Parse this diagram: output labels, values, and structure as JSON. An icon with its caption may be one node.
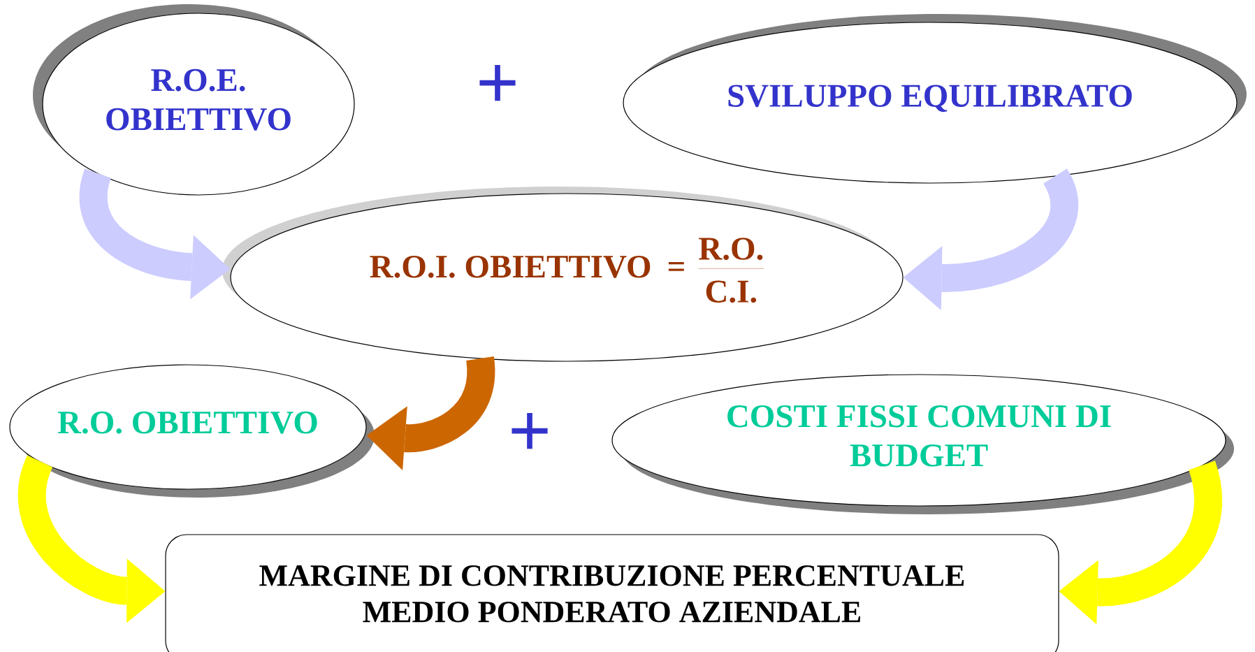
{
  "diagram": {
    "nodes": [
      {
        "text": [
          "R.O.E. OBIETTIVO"
        ]
      },
      {
        "text": [
          "SVILUPPO EQUILIBRATO"
        ]
      },
      {
        "text": [
          "R.O.I. OBIETTIVO",
          "=",
          "R.O.",
          "C.I."
        ]
      },
      {
        "text": [
          "R.O. OBIETTIVO"
        ]
      },
      {
        "text": [
          "COSTI FISSI COMUNI DI BUDGET"
        ]
      },
      {
        "text": [
          "MARGINE DI CONTRIBUZIONE PERCENTUALE MEDIO PONDERATO AZIENDALE"
        ]
      }
    ],
    "edges": [
      {
        "from": 0,
        "to": 2,
        "arrow": "to",
        "color": "#ccccff"
      },
      {
        "from": 1,
        "to": 2,
        "arrow": "to",
        "color": "#ccccff"
      },
      {
        "from": 2,
        "to": 3,
        "arrow": "to",
        "color": "#cc6600"
      },
      {
        "from": 3,
        "to": 5,
        "arrow": "to",
        "color": "#ffff00"
      },
      {
        "from": 4,
        "to": 5,
        "arrow": "to",
        "color": "#ffff00"
      }
    ],
    "labels": [
      "+",
      "+"
    ]
  }
}
